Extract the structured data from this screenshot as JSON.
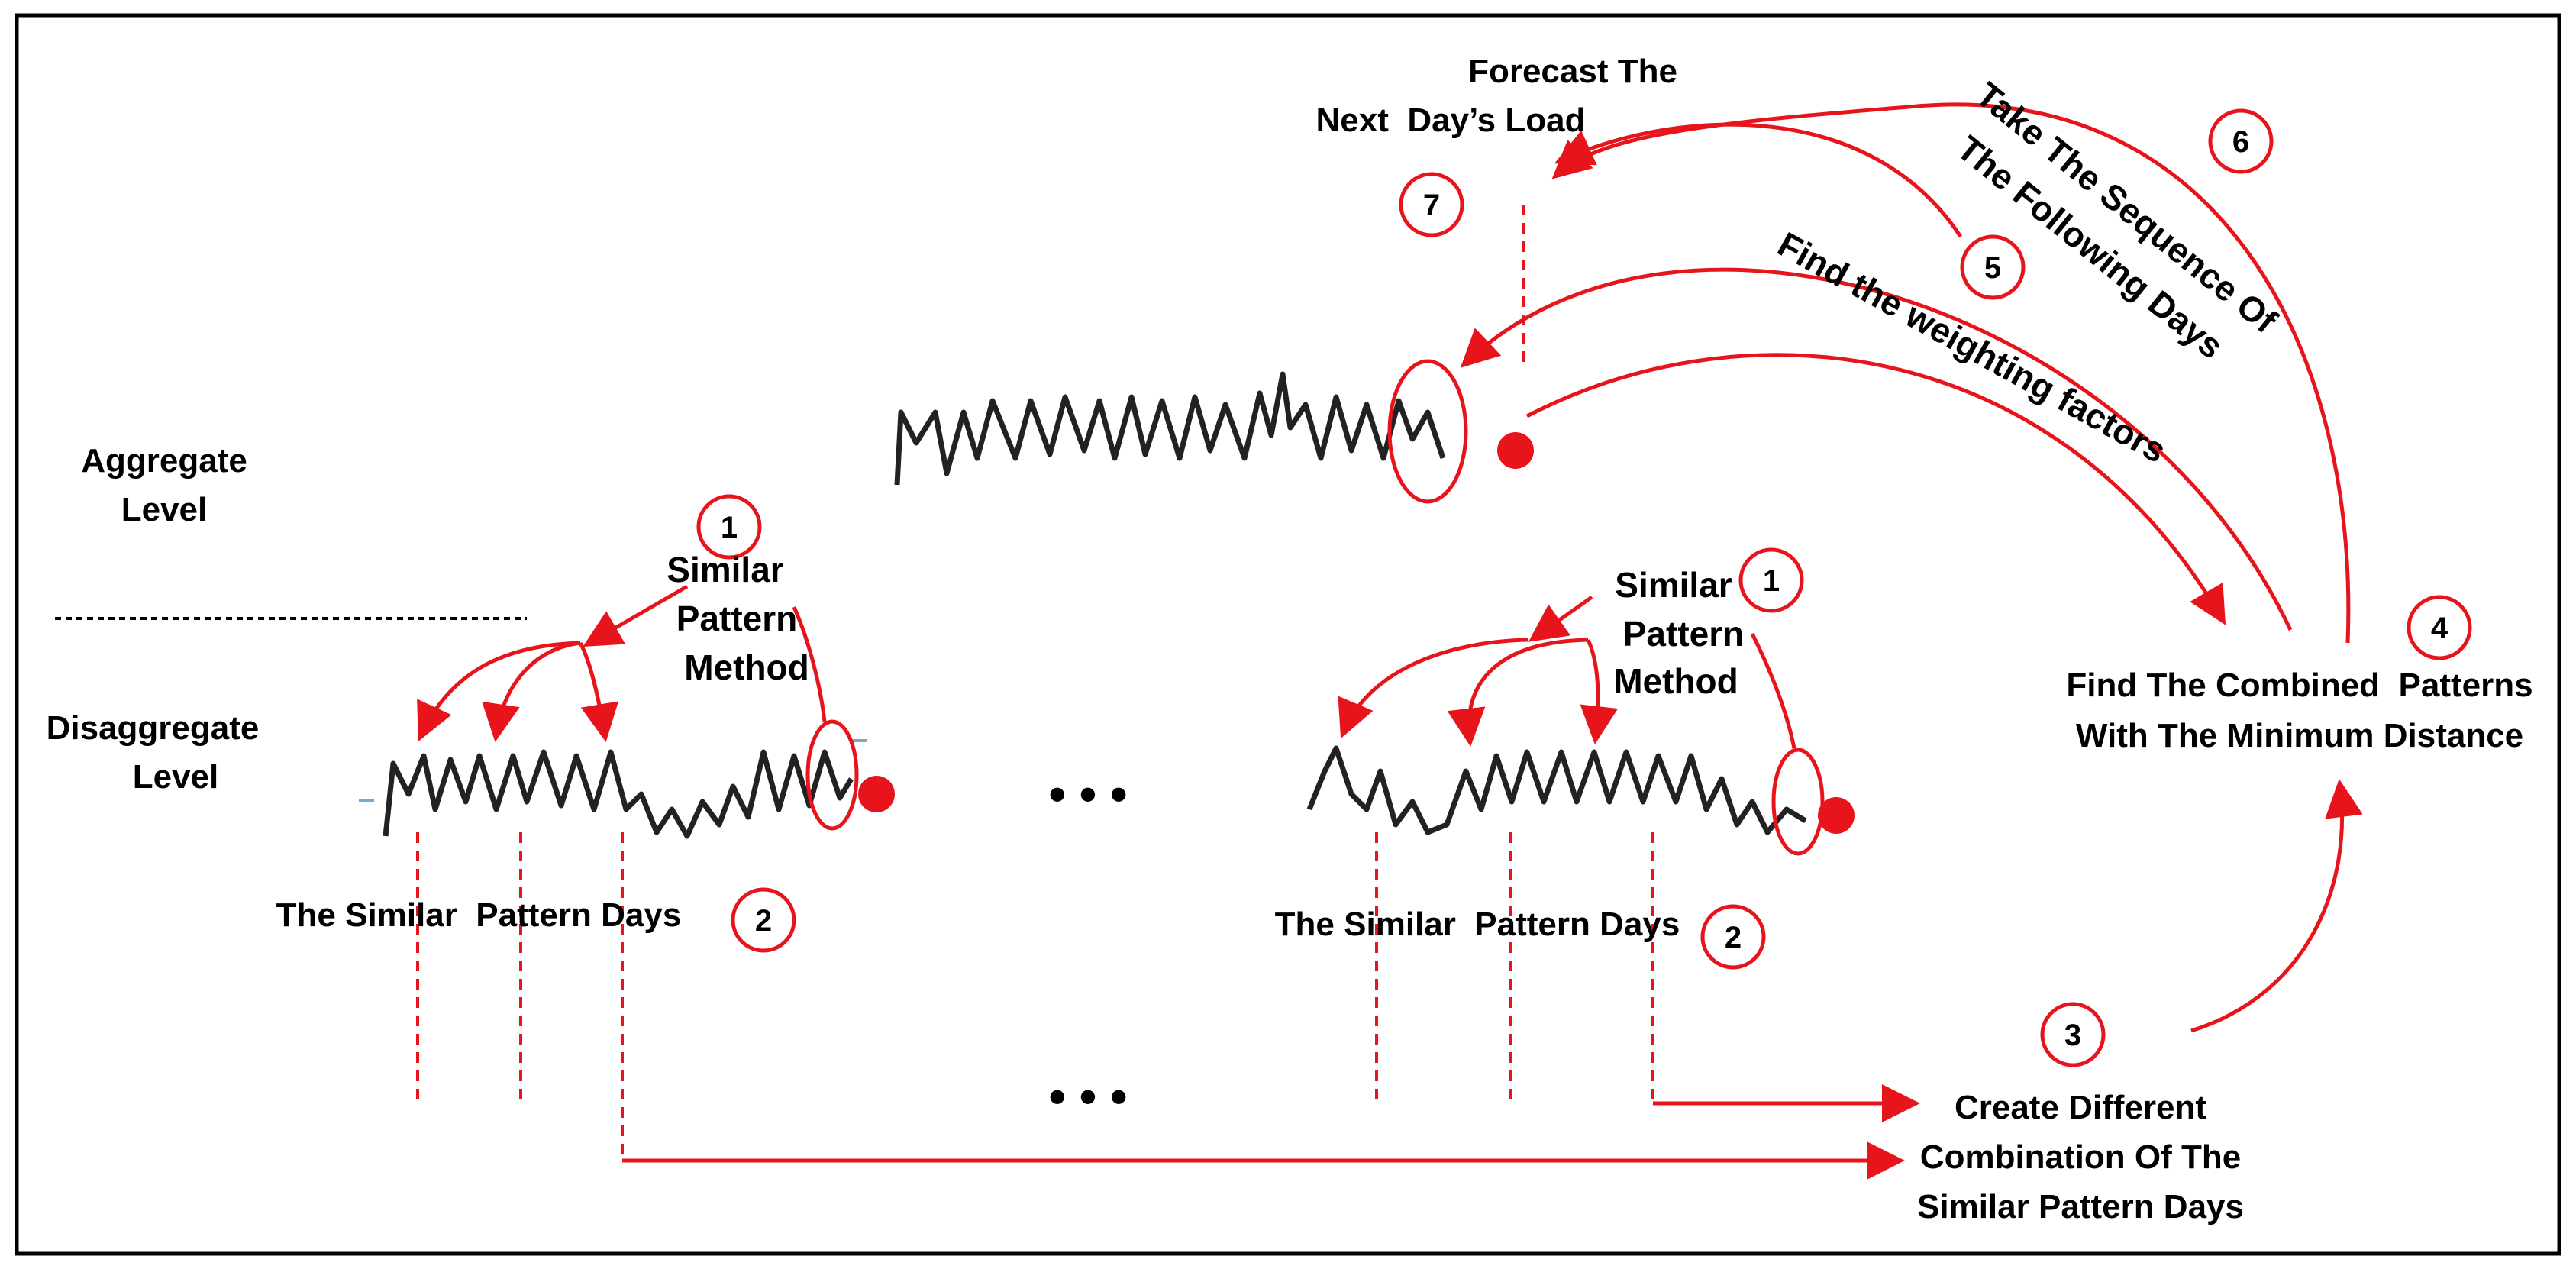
{
  "labels": {
    "forecast_line1": "Forecast The",
    "forecast_line2": "Next  Day’s Load",
    "take_line1": "Take The Sequence Of",
    "take_line2": "The Following Days",
    "weighting": "Find the weighting factors",
    "aggregate_line1": "Aggregate",
    "aggregate_line2": "Level",
    "disaggregate_line1": "Disaggregate",
    "disaggregate_line2": "Level",
    "spm_left_line1": "Similar",
    "spm_left_line2": "Pattern",
    "spm_left_line3": "Method",
    "spm_right_line1": "Similar",
    "spm_right_line2": "Pattern",
    "spm_right_line3": "Method",
    "spd_left": "The Similar  Pattern Days",
    "spd_right": "The Similar  Pattern Days",
    "combined_line1": "Find The Combined  Patterns",
    "combined_line2": "With The Minimum Distance",
    "create_line1": "Create Different",
    "create_line2": "Combination Of The",
    "create_line3": "Similar Pattern Days",
    "ellipsis_top": "• • •",
    "ellipsis_bottom": "• • •"
  },
  "steps": {
    "s1_left": "1",
    "s1_right": "1",
    "s2_left": "2",
    "s2_right": "2",
    "s3": "3",
    "s4": "4",
    "s5": "5",
    "s6": "6",
    "s7": "7"
  },
  "colors": {
    "accent": "#e8141c",
    "signal": "#222222",
    "border": "#000000"
  }
}
